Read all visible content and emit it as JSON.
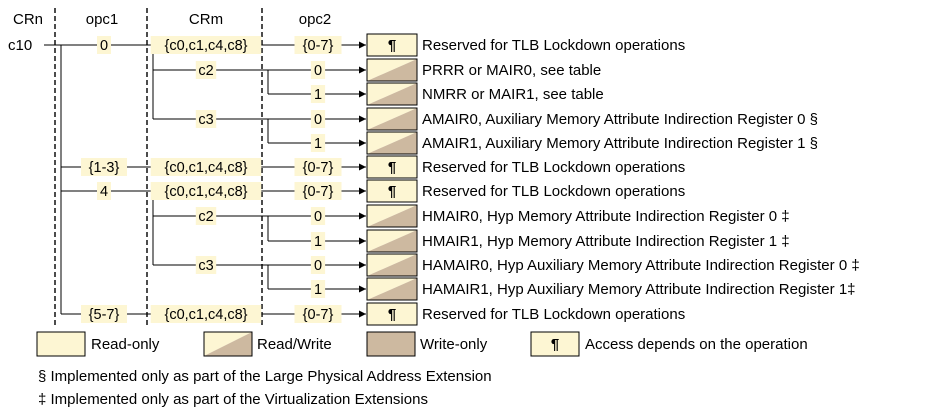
{
  "headers": {
    "crn": "CRn",
    "opc1": "opc1",
    "crm": "CRm",
    "opc2": "opc2"
  },
  "crn_value": "c10",
  "rows": [
    {
      "opc1": "0",
      "crm": "{c0,c1,c4,c8}",
      "opc2": "{0-7}",
      "access": "op",
      "desc": "Reserved for TLB Lockdown operations"
    },
    {
      "opc1": "",
      "crm": "c2",
      "opc2": "0",
      "access": "rw",
      "desc": "PRRR or MAIR0, see table"
    },
    {
      "opc1": "",
      "crm": "",
      "opc2": "1",
      "access": "rw",
      "desc": "NMRR or MAIR1, see table"
    },
    {
      "opc1": "",
      "crm": "c3",
      "opc2": "0",
      "access": "rw",
      "desc": "AMAIR0, Auxiliary Memory Attribute Indirection Register 0 §"
    },
    {
      "opc1": "",
      "crm": "",
      "opc2": "1",
      "access": "rw",
      "desc": "AMAIR1, Auxiliary Memory Attribute Indirection Register 1 §"
    },
    {
      "opc1": "{1-3}",
      "crm": "{c0,c1,c4,c8}",
      "opc2": "{0-7}",
      "access": "op",
      "desc": "Reserved for TLB Lockdown operations"
    },
    {
      "opc1": "4",
      "crm": "{c0,c1,c4,c8}",
      "opc2": "{0-7}",
      "access": "op",
      "desc": "Reserved for TLB Lockdown operations"
    },
    {
      "opc1": "",
      "crm": "c2",
      "opc2": "0",
      "access": "rw",
      "desc": "HMAIR0, Hyp Memory Attribute Indirection Register 0 ‡"
    },
    {
      "opc1": "",
      "crm": "",
      "opc2": "1",
      "access": "rw",
      "desc": "HMAIR1, Hyp Memory Attribute Indirection Register 1 ‡"
    },
    {
      "opc1": "",
      "crm": "c3",
      "opc2": "0",
      "access": "rw",
      "desc": "HAMAIR0, Hyp Auxiliary Memory Attribute Indirection Register 0 ‡"
    },
    {
      "opc1": "",
      "crm": "",
      "opc2": "1",
      "access": "rw",
      "desc": "HAMAIR1, Hyp Auxiliary Memory Attribute Indirection Register 1‡"
    },
    {
      "opc1": "{5-7}",
      "crm": "{c0,c1,c4,c8}",
      "opc2": "{0-7}",
      "access": "op",
      "desc": "Reserved for TLB Lockdown operations"
    }
  ],
  "op_symbol": "¶",
  "legend": {
    "read_only": "Read-only",
    "read_write": "Read/Write",
    "write_only": "Write-only",
    "op_symbol": "¶",
    "access_depends": "Access depends on the operation"
  },
  "notes": {
    "lpae": "§ Implemented only as part of the Large Physical Address Extension",
    "virt": "‡ Implemented only as part of the Virtualization Extensions"
  },
  "colors": {
    "read_only": "#fdf6d3",
    "write_only": "#cdb9a0",
    "line": "#000000"
  }
}
